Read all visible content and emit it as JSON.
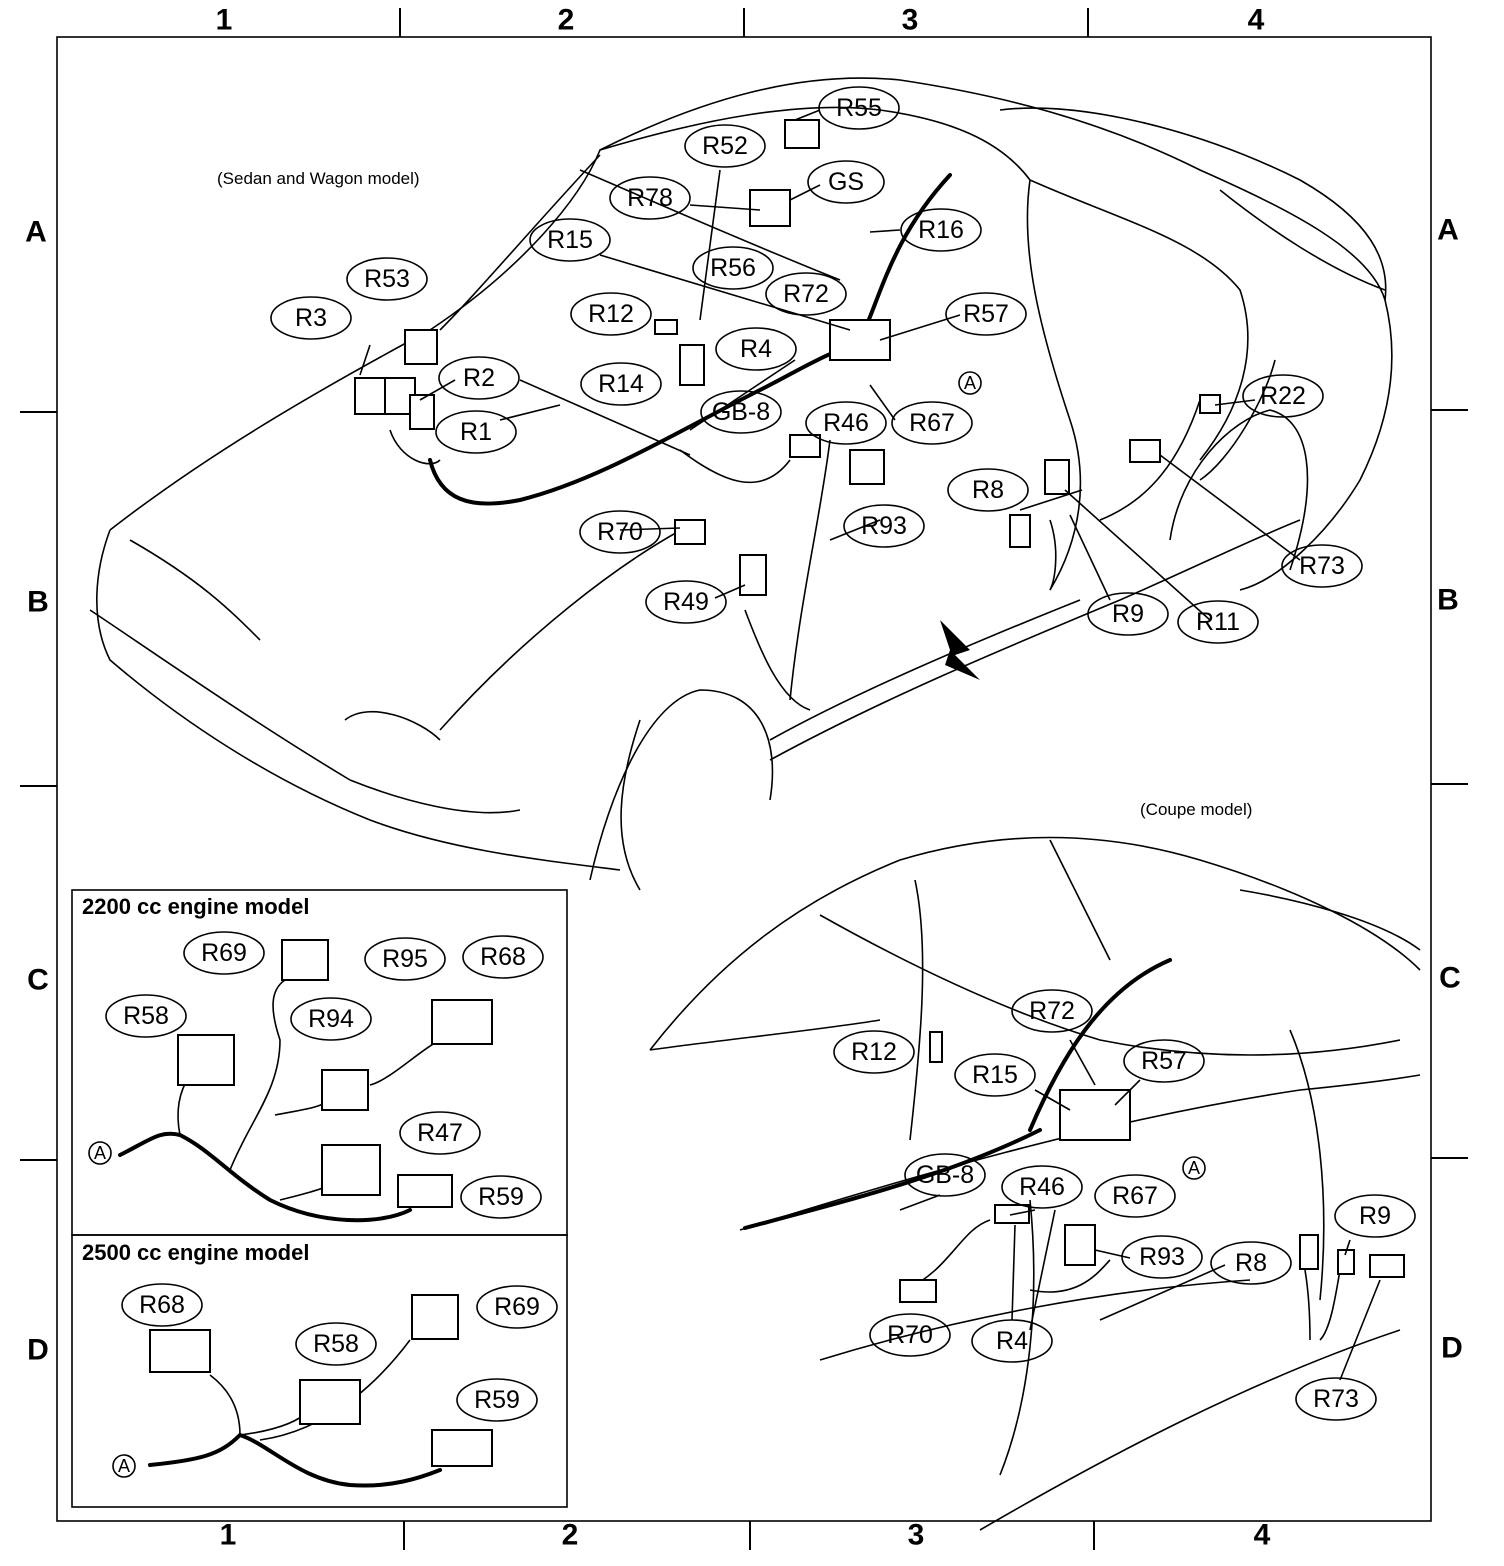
{
  "grid": {
    "columns": [
      "1",
      "2",
      "3",
      "4"
    ],
    "rows": [
      "A",
      "B",
      "C",
      "D"
    ]
  },
  "captions": {
    "sedan": "(Sedan and Wagon model)",
    "coupe": "(Coupe model)"
  },
  "insets": {
    "engine_2200": "2200 cc engine model",
    "engine_2500": "2500 cc engine model"
  },
  "sedan_labels": [
    "R55",
    "R52",
    "GS",
    "R78",
    "R16",
    "R15",
    "R56",
    "R53",
    "R72",
    "R3",
    "R12",
    "R57",
    "R4",
    "R2",
    "R14",
    "GB-8",
    "R46",
    "R67",
    "R22",
    "R1",
    "R8",
    "R93",
    "R70",
    "R73",
    "R49",
    "R9",
    "R11"
  ],
  "coupe_labels": [
    "R72",
    "R12",
    "R57",
    "R15",
    "GB-8",
    "R46",
    "R67",
    "R93",
    "R9",
    "R8",
    "R70",
    "R4",
    "R73"
  ],
  "inset_2200_labels": [
    "R69",
    "R95",
    "R68",
    "R58",
    "R94",
    "R47",
    "R59"
  ],
  "inset_2500_labels": [
    "R68",
    "R69",
    "R58",
    "R59"
  ],
  "ground_point": "A"
}
